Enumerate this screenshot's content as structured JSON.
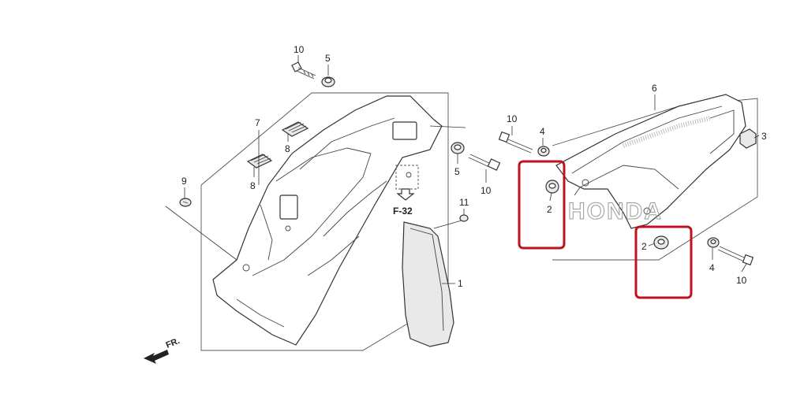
{
  "reference": "F-32",
  "direction": "FR.",
  "brand": "HONDA",
  "callouts": {
    "c10a": "10",
    "c5a": "5",
    "c7": "7",
    "c8a": "8",
    "c8b": "8",
    "c9": "9",
    "c5b": "5",
    "c10b": "10",
    "c11": "11",
    "c1": "1",
    "c10c": "10",
    "c4a": "4",
    "c6": "6",
    "c3": "3",
    "c2a": "2",
    "c2b": "2",
    "c4b": "4",
    "c10d": "10"
  },
  "highlight_color": "#c0111f"
}
